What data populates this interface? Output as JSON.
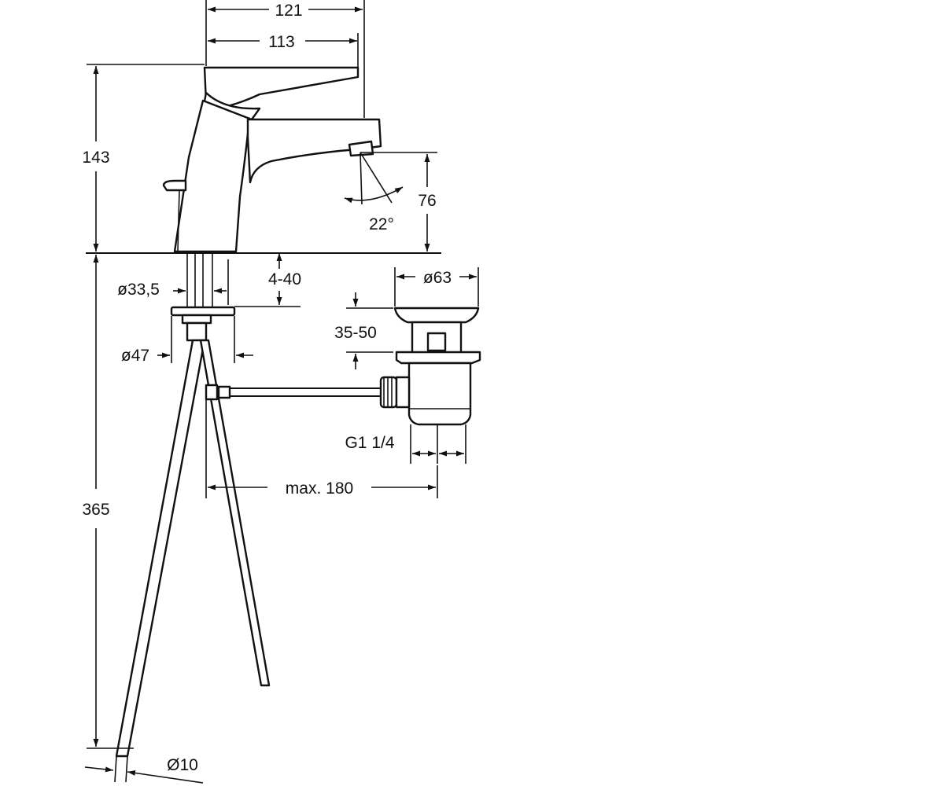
{
  "dimensions": {
    "overall_width": "121",
    "spout_reach": "113",
    "height_above_deck": "143",
    "spout_height": "76",
    "spray_angle": "22°",
    "deck_thickness": "4-40",
    "shank_diameter": "ø33,5",
    "flange_diameter": "ø47",
    "waste_top_diameter": "ø63",
    "waste_range": "35-50",
    "waste_thread": "G1 1/4",
    "rod_max_length": "max. 180",
    "hose_length": "365",
    "hose_diameter": "Ø10"
  }
}
